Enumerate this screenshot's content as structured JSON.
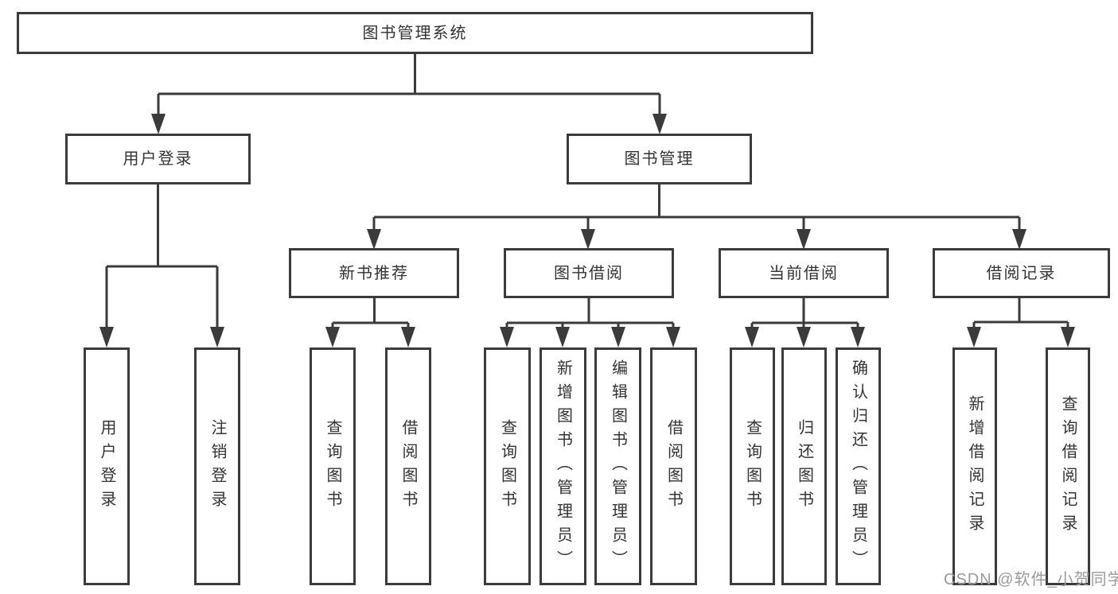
{
  "diagram": {
    "type": "hierarchy-flowchart",
    "tree": {
      "root": "图书管理系统",
      "children": [
        {
          "label": "用户登录",
          "children": [
            "用户登录",
            "注销登录"
          ]
        },
        {
          "label": "图书管理",
          "children": [
            {
              "label": "新书推荐",
              "children": [
                "查询图书",
                "借阅图书"
              ]
            },
            {
              "label": "图书借阅",
              "children": [
                "查询图书",
                "新增图书（管理员）",
                "编辑图书（管理员）",
                "借阅图书"
              ]
            },
            {
              "label": "当前借阅",
              "children": [
                "查询图书",
                "归还图书",
                "确认归还（管理员）"
              ]
            },
            {
              "label": "借阅记录",
              "children": [
                "新增借阅记录",
                "查询借阅记录"
              ]
            }
          ]
        }
      ]
    },
    "colors": {
      "line": "#3b3b3b",
      "border": "#3b3b3b",
      "text": "#333333",
      "background": "#ffffff",
      "watermark_color": "#9b9b9b"
    }
  },
  "watermark": "CSDN @软件_小贺同学"
}
